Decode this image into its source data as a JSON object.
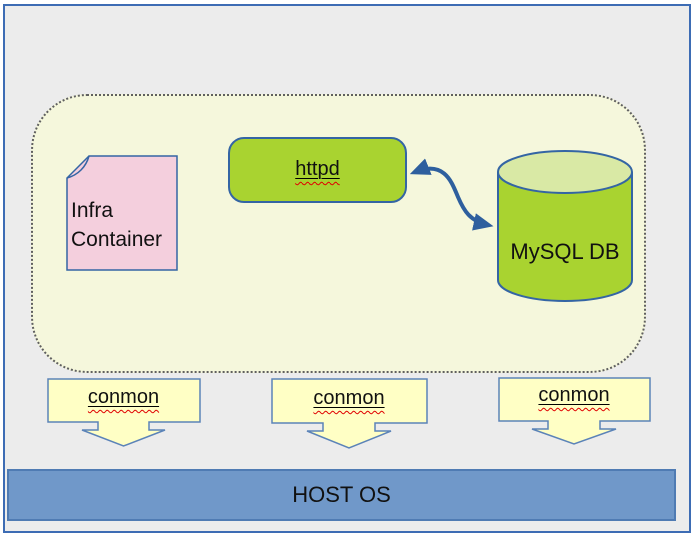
{
  "diagram": {
    "pod_nodes": {
      "infra_container": {
        "label": "Infra\nContainer"
      },
      "httpd": {
        "label": "httpd"
      },
      "mysql_db": {
        "label": "MySQL DB"
      }
    },
    "callouts": [
      {
        "label": "conmon"
      },
      {
        "label": "conmon"
      },
      {
        "label": "conmon"
      }
    ],
    "host_os": {
      "label": "HOST OS"
    },
    "colors": {
      "container_green": "#a9d330",
      "cylinder_top_green": "#d9e9a5",
      "infra_pink": "#f4cfdd",
      "callout_yellow": "#ffffc5",
      "host_blue": "#7098c9",
      "pod_fill": "#f5f7dc",
      "canvas_gray": "#ececec",
      "shape_border_blue": "#3465a4",
      "frame_border_blue": "#3d6cb4",
      "arrow_blue": "#2e5f9e",
      "spellcheck_red": "#e00000"
    }
  }
}
